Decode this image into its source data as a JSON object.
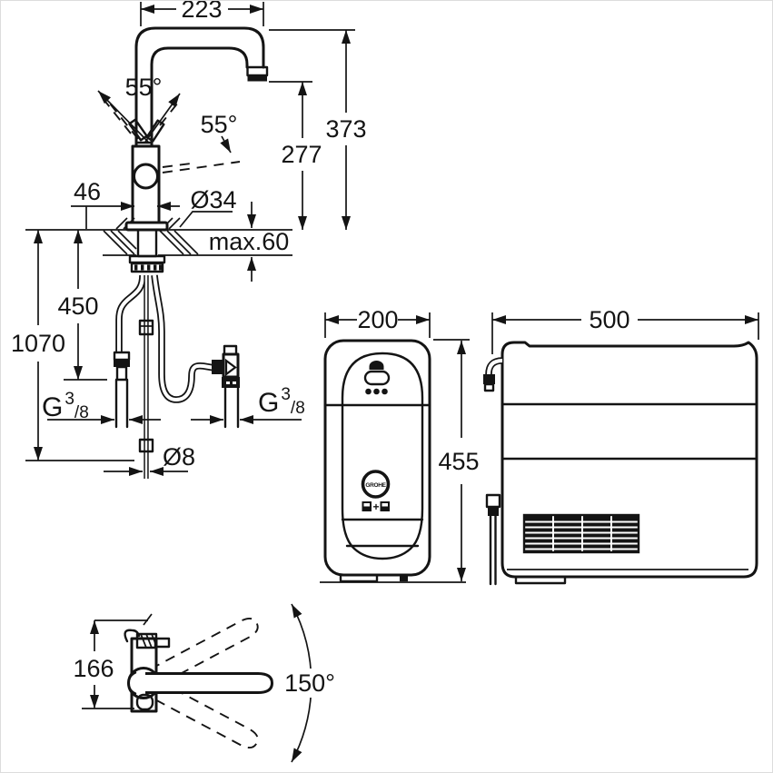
{
  "faucet_front": {
    "dim_spout_reach": "223",
    "dim_total_height": "373",
    "dim_outlet_height": "277",
    "angle_handle_left": "55°",
    "angle_handle_right": "55°",
    "dim_handle_offset": "46",
    "dim_shank_diameter": "Ø34",
    "dim_max_deck": "max.60",
    "dim_hose_filter": "450",
    "dim_hose_total": "1070",
    "dim_hose_diameter": "Ø8",
    "thread_left": {
      "main": "G",
      "sup": "3",
      "sub": "/8"
    },
    "thread_right": {
      "main": "G",
      "sup": "3",
      "sub": "/8"
    }
  },
  "cooler_front": {
    "dim_width": "200",
    "dim_height": "455",
    "logo": "GROHE",
    "badge_plus": "+"
  },
  "cooler_side": {
    "dim_depth": "500"
  },
  "faucet_top": {
    "dim_body_depth": "166",
    "angle_swivel": "150°"
  }
}
